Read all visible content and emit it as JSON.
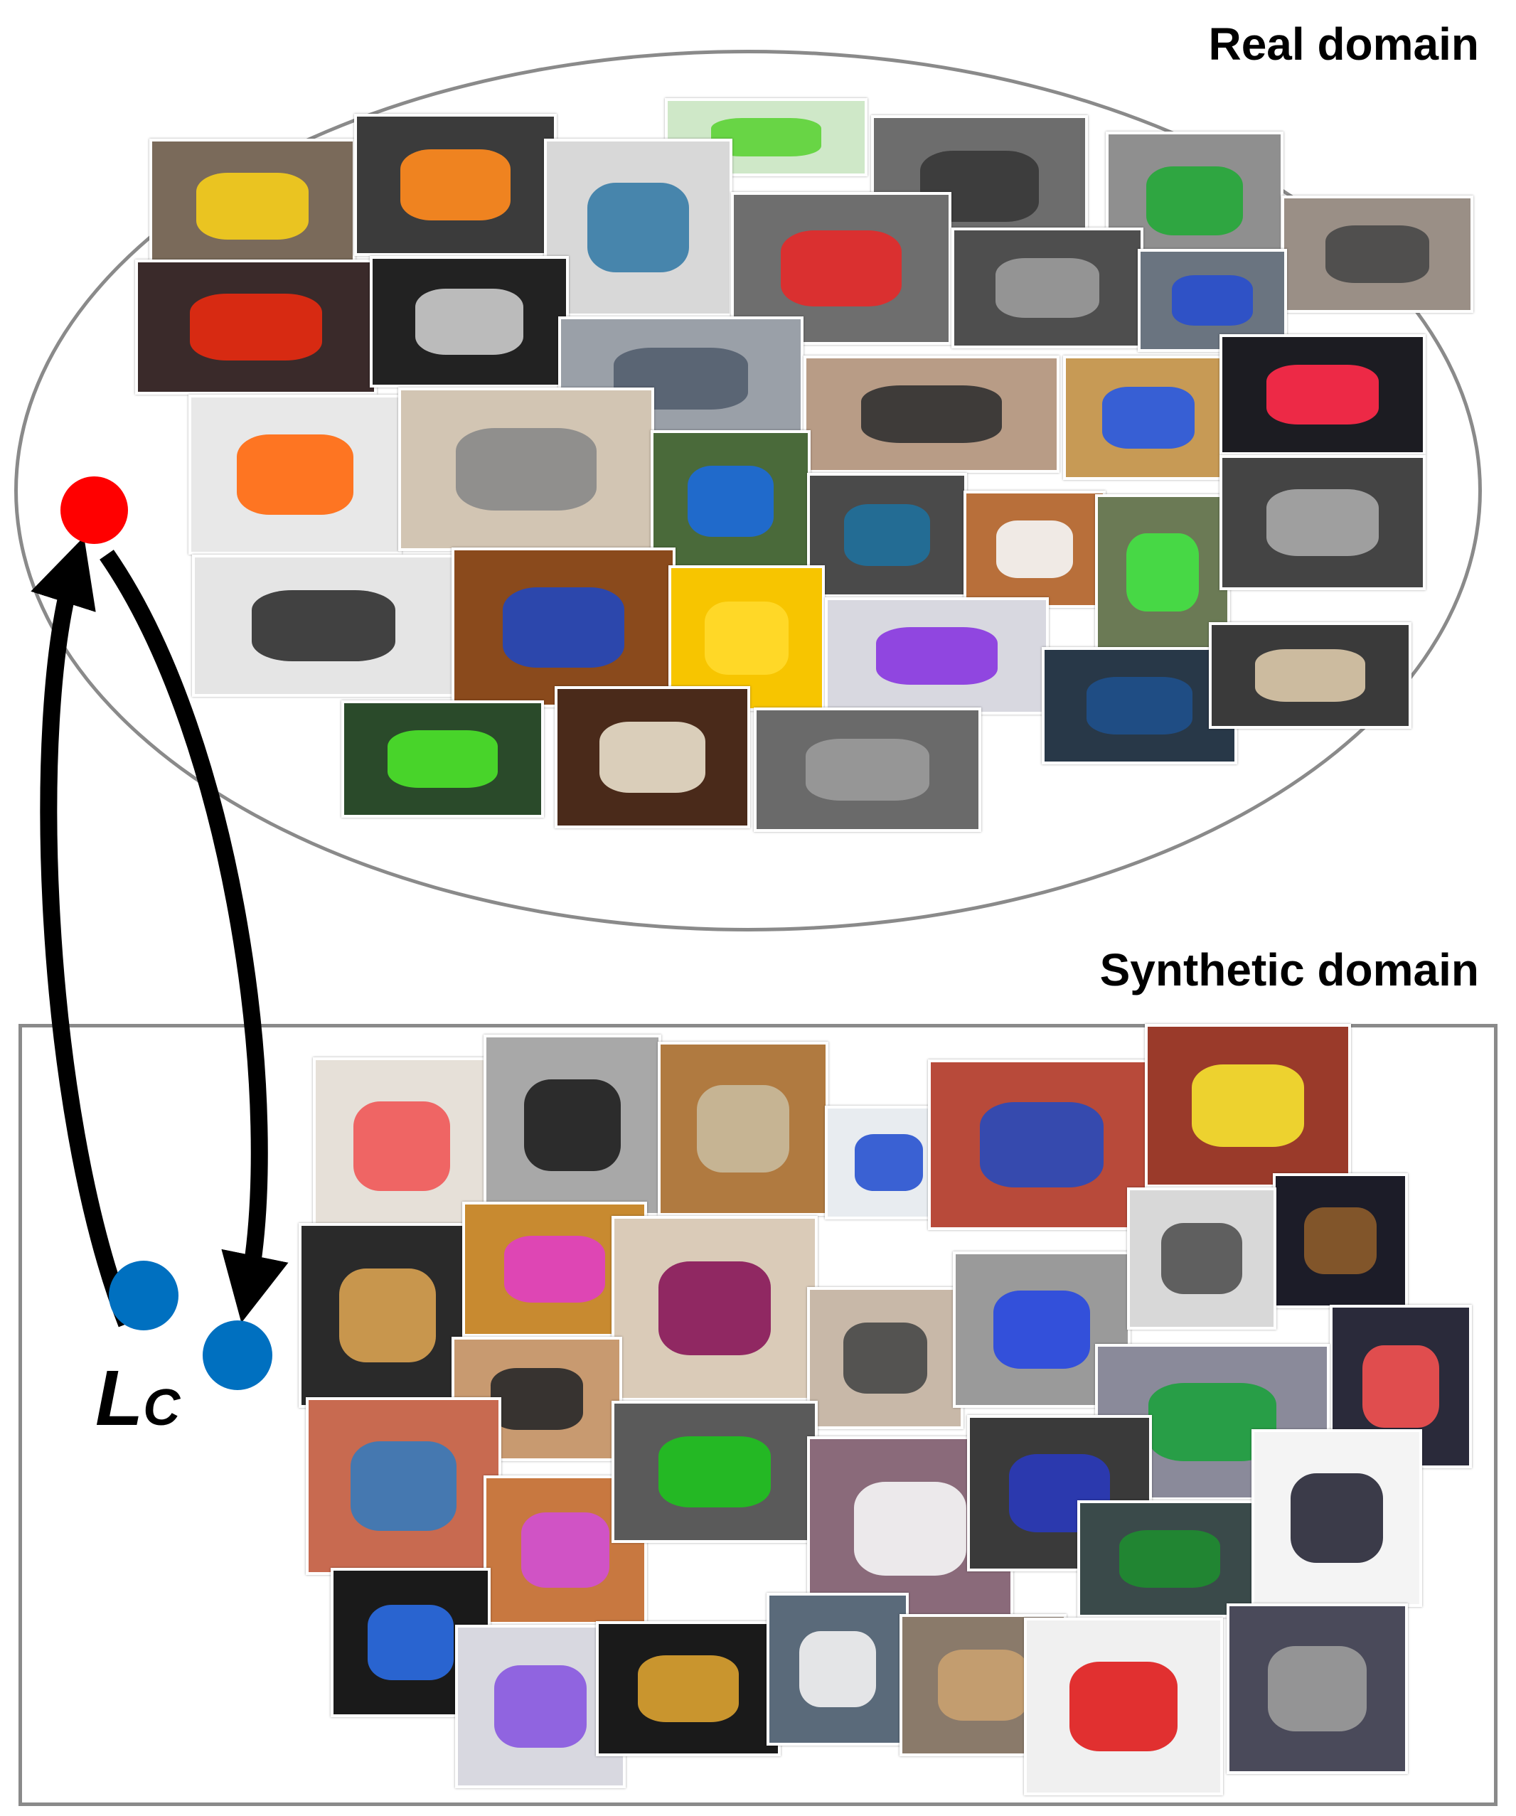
{
  "real_domain": {
    "title": "Real domain"
  },
  "synthetic_domain": {
    "title": "Synthetic domain"
  },
  "loss_label": {
    "main": "L",
    "sub": "C"
  },
  "colors": {
    "frame": "#8a8a8a",
    "real_point": "#ff0000",
    "synthetic_point": "#0070c0",
    "arrow": "#000000"
  }
}
